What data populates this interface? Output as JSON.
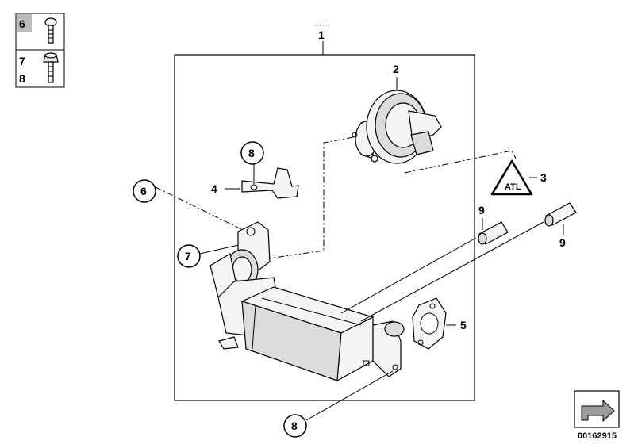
{
  "legend": {
    "row1_num": "6",
    "row2_num_a": "7",
    "row2_num_b": "8"
  },
  "callouts": {
    "assembly": "1",
    "valve": "2",
    "warning_label": "3",
    "bracket": "4",
    "gasket": "5",
    "screw_a": "6",
    "screw_b": "7",
    "bolt_top": "8",
    "bolt_bottom": "8",
    "hose_left": "9",
    "hose_right": "9"
  },
  "diagram_number": "00162915"
}
